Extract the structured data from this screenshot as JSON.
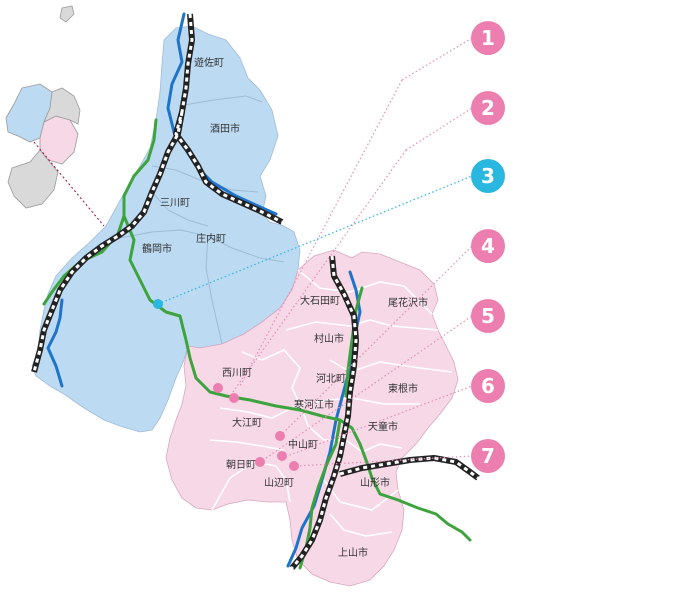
{
  "colors": {
    "shonai_region": "#bcdaf2",
    "murayama_region": "#f6d8e7",
    "other_region": "#d9d9d9",
    "river": "#1f73c8",
    "road": "#3da33d",
    "rail_dark": "#222222",
    "marker_pink": "#ec7fb0",
    "marker_blue": "#2ab7df",
    "leader_pink": "#e78cb8",
    "leader_blue": "#2ab7df",
    "inset_leader": "#a6204f"
  },
  "labels": [
    {
      "id": "yuza",
      "text": "遊佐町"
    },
    {
      "id": "sakata",
      "text": "酒田市"
    },
    {
      "id": "mikawa",
      "text": "三川町"
    },
    {
      "id": "shonai",
      "text": "庄内町"
    },
    {
      "id": "tsuruoka",
      "text": "鶴岡市"
    },
    {
      "id": "oishida",
      "text": "大石田町"
    },
    {
      "id": "obanazawa",
      "text": "尾花沢市"
    },
    {
      "id": "murayama",
      "text": "村山市"
    },
    {
      "id": "nishikawa",
      "text": "西川町"
    },
    {
      "id": "kahoku",
      "text": "河北町"
    },
    {
      "id": "higashine",
      "text": "東根市"
    },
    {
      "id": "sagae",
      "text": "寒河江市"
    },
    {
      "id": "oe",
      "text": "大江町"
    },
    {
      "id": "tendo",
      "text": "天童市"
    },
    {
      "id": "nakayama",
      "text": "中山町"
    },
    {
      "id": "asahi",
      "text": "朝日町"
    },
    {
      "id": "yamanobe",
      "text": "山辺町"
    },
    {
      "id": "yamagata",
      "text": "山形市"
    },
    {
      "id": "kaminoyama",
      "text": "上山市"
    }
  ],
  "markers": [
    {
      "id": "m1",
      "number": "1",
      "color": "pink"
    },
    {
      "id": "m2",
      "number": "2",
      "color": "pink"
    },
    {
      "id": "m3",
      "number": "3",
      "color": "blue"
    },
    {
      "id": "m4",
      "number": "4",
      "color": "pink"
    },
    {
      "id": "m5",
      "number": "5",
      "color": "pink"
    },
    {
      "id": "m6",
      "number": "6",
      "color": "pink"
    },
    {
      "id": "m7",
      "number": "7",
      "color": "pink"
    }
  ]
}
